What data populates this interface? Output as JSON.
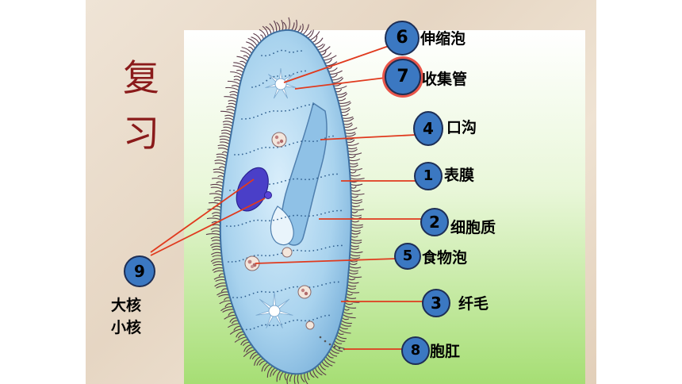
{
  "title": "复习",
  "title_chars": [
    "复",
    "习"
  ],
  "labels": [
    {
      "num": "6",
      "text": "伸缩泡"
    },
    {
      "num": "7",
      "text": "收集管"
    },
    {
      "num": "4",
      "text": "口沟"
    },
    {
      "num": "1",
      "text": "表膜"
    },
    {
      "num": "2",
      "text": "细胞质"
    },
    {
      "num": "5",
      "text": "食物泡"
    },
    {
      "num": "3",
      "text": "纤毛"
    },
    {
      "num": "8",
      "text": "胞肛"
    }
  ],
  "nucleus_label": {
    "num": "9",
    "lines": [
      "大核",
      "小核"
    ]
  },
  "colors": {
    "panel_top": "#ffffff",
    "panel_bottom": "#a8e07a",
    "body_fill": "#a9d3ee",
    "cilia": "#5b3a4a",
    "leader_line": "#e03a1e",
    "circle_fill": "#3b78c2",
    "title_color": "#8a1a1a",
    "macronucleus": "#4a3fc8"
  }
}
